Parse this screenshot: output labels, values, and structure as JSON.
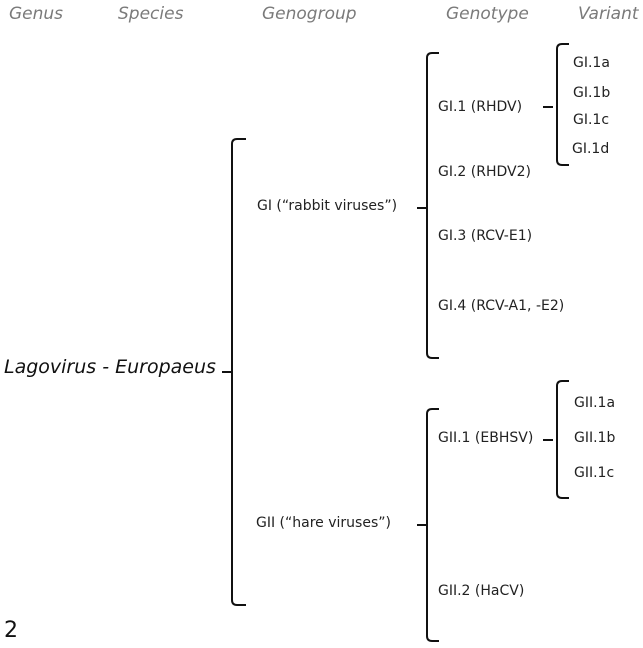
{
  "headers": {
    "genus": "Genus",
    "species": "Species",
    "genogroup": "Genogroup",
    "genotype": "Genotype",
    "variant": "Variant"
  },
  "root": "Lagovirus - Europaeus",
  "genogroups": [
    {
      "label": "GI (“rabbit viruses”)",
      "genotypes": [
        {
          "label": "GI.1 (RHDV)",
          "variants": [
            "GI.1a",
            "GI.1b",
            "GI.1c",
            "GI.1d"
          ]
        },
        {
          "label": "GI.2 (RHDV2)",
          "variants": []
        },
        {
          "label": "GI.3 (RCV-E1)",
          "variants": []
        },
        {
          "label": "GI.4 (RCV-A1, -E2)",
          "variants": []
        }
      ]
    },
    {
      "label": "GII (“hare viruses”)",
      "genotypes": [
        {
          "label": "GII.1 (EBHSV)",
          "variants": [
            "GII.1a",
            "GII.1b",
            "GII.1c"
          ]
        },
        {
          "label": "GII.2 (HaCV)",
          "variants": []
        }
      ]
    }
  ],
  "page_number": "2"
}
